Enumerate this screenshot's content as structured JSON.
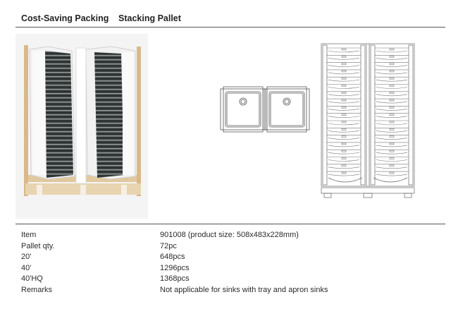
{
  "header": {
    "packing_title": "Cost-Saving Packing",
    "pallet_title": "Stacking Pallet"
  },
  "specs": [
    {
      "label": "Item",
      "value": "901008 (product size: 508x483x228mm)"
    },
    {
      "label": "Pallet qty.",
      "value": "72pc"
    },
    {
      "label": "20'",
      "value": "648pcs"
    },
    {
      "label": "40'",
      "value": "1296pcs"
    },
    {
      "label": "40'HQ",
      "value": "1368pcs"
    },
    {
      "label": "Remarks",
      "value": "Not applicable for sinks with tray and apron sinks"
    }
  ]
}
